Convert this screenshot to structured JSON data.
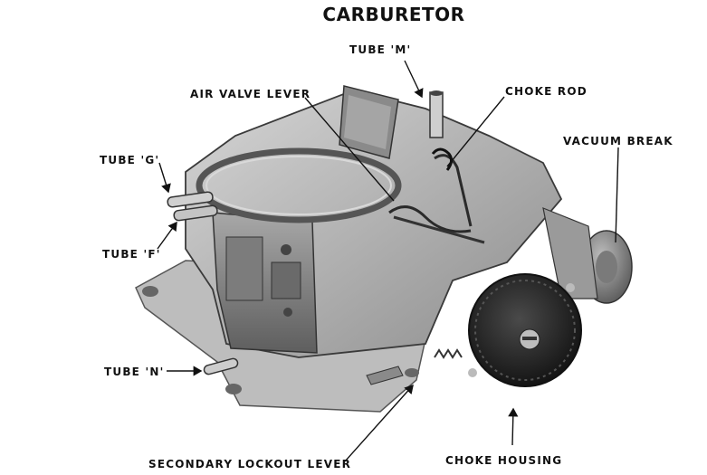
{
  "title": "CARBURETOR",
  "labels": {
    "tube_m": "TUBE 'M'",
    "air_valve_lever": "AIR VALVE LEVER",
    "choke_rod": "CHOKE ROD",
    "vacuum_break": "VACUUM BREAK",
    "tube_g": "TUBE 'G'",
    "tube_f": "TUBE 'F'",
    "tube_n": "TUBE 'N'",
    "secondary_lockout_lever": "SECONDARY LOCKOUT LEVER",
    "choke_housing": "CHOKE HOUSING"
  },
  "colors": {
    "ink": "#111111",
    "metal_light": "#c9c9c9",
    "metal_mid": "#9a9a9a",
    "metal_dark": "#4a4a4a",
    "cover_dark": "#2a2a2a"
  }
}
